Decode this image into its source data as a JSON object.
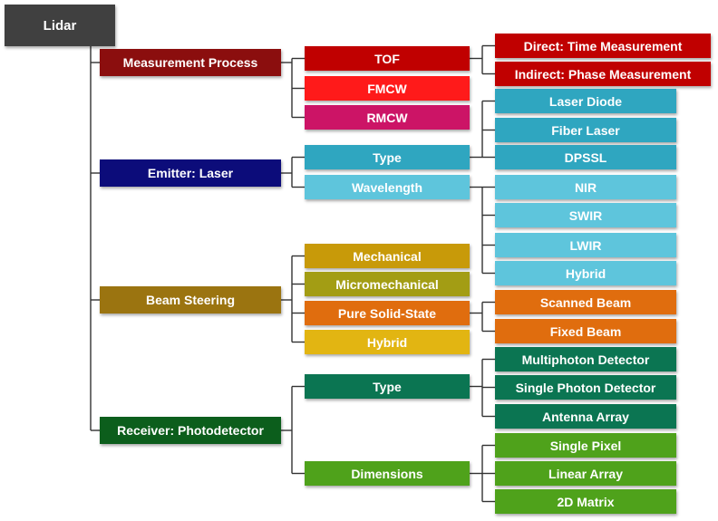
{
  "colors": {
    "root": "#404040",
    "measurement": "#8b0e0e",
    "tof": "#c00000",
    "fmcw": "#ff1a1a",
    "rmcw": "#cc1466",
    "emitter": "#0c0c7a",
    "emitter_child": "#2fa6c0",
    "emitter_leaf": "#2fa6c0",
    "wavelength_child": "#5ec5dc",
    "wavelength_leaf": "#5ec5dc",
    "beam": "#9b7410",
    "mechanical": "#c89a09",
    "micromechanical": "#a39d14",
    "solid_state": "#e06d0e",
    "hybrid_beam": "#e2b512",
    "receiver": "#0c5e1c",
    "receiver_type": "#0b7552",
    "dimensions": "#4fa21b",
    "line": "#333333"
  },
  "nodes": {
    "root": "Lidar",
    "measurement_process": "Measurement Process",
    "tof": "TOF",
    "fmcw": "FMCW",
    "rmcw": "RMCW",
    "direct_time": "Direct: Time Measurement",
    "indirect_phase": "Indirect: Phase Measurement",
    "emitter_laser": "Emitter: Laser",
    "emitter_type": "Type",
    "wavelength": "Wavelength",
    "laser_diode": "Laser Diode",
    "fiber_laser": "Fiber Laser",
    "dpssl": "DPSSL",
    "nir": "NIR",
    "swir": "SWIR",
    "lwir": "LWIR",
    "hybrid_wavelength": "Hybrid",
    "beam_steering": "Beam Steering",
    "mechanical": "Mechanical",
    "micromechanical": "Micromechanical",
    "pure_solid_state": "Pure Solid-State",
    "hybrid_beam": "Hybrid",
    "scanned_beam": "Scanned Beam",
    "fixed_beam": "Fixed Beam",
    "receiver": "Receiver: Photodetector",
    "receiver_type": "Type",
    "dimensions": "Dimensions",
    "multiphoton": "Multiphoton Detector",
    "single_photon": "Single Photon Detector",
    "antenna_array": "Antenna Array",
    "single_pixel": "Single Pixel",
    "linear_array": "Linear Array",
    "matrix_2d": "2D Matrix"
  }
}
